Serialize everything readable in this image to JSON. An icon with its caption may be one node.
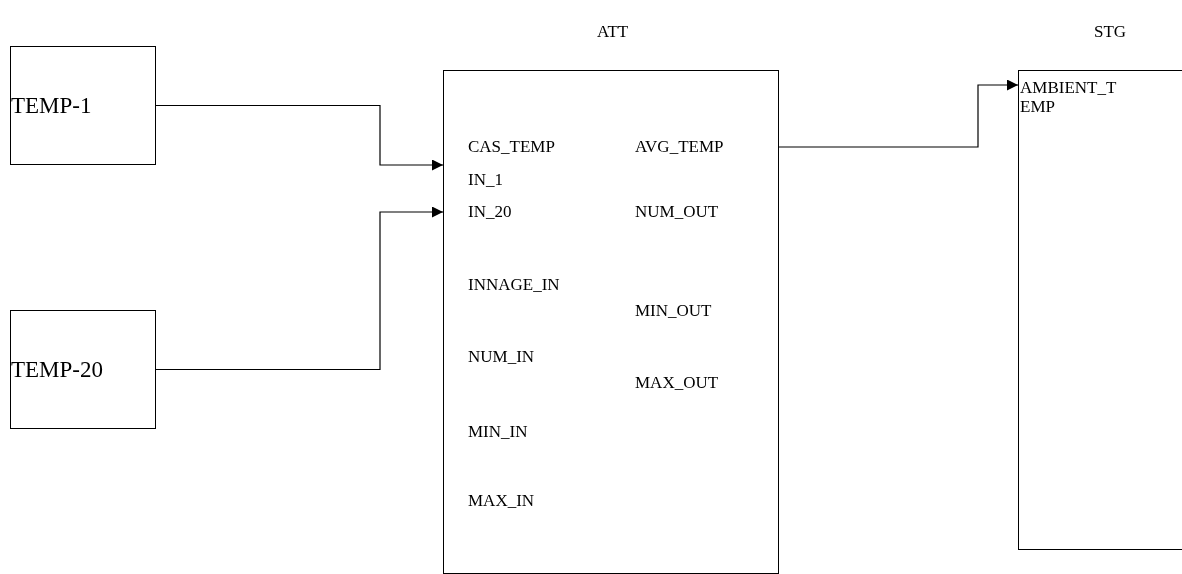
{
  "diagram": {
    "nodes": [
      {
        "text": [
          "TEMP-1"
        ]
      },
      {
        "text": [
          "TEMP-20"
        ]
      },
      {
        "text": [
          "ATT"
        ]
      },
      {
        "text": [
          "CAS_TEMP"
        ],
        "in": 2
      },
      {
        "text": [
          "IN_1"
        ],
        "in": 2
      },
      {
        "text": [
          "IN_20"
        ],
        "in": 2
      },
      {
        "text": [
          "INNAGE_IN"
        ],
        "in": 2
      },
      {
        "text": [
          "NUM_IN"
        ],
        "in": 2
      },
      {
        "text": [
          "MIN_IN"
        ],
        "in": 2
      },
      {
        "text": [
          "MAX_IN"
        ],
        "in": 2
      },
      {
        "text": [
          "AVG_TEMP"
        ],
        "in": 2
      },
      {
        "text": [
          "NUM_OUT"
        ],
        "in": 2
      },
      {
        "text": [
          "MIN_OUT"
        ],
        "in": 2
      },
      {
        "text": [
          "MAX_OUT"
        ],
        "in": 2
      },
      {
        "text": [
          "STG"
        ]
      },
      {
        "text": [
          "AMBIENT_TEMP"
        ],
        "in": 14
      }
    ],
    "edges": [
      {
        "from": 0,
        "to": 4,
        "arrow": "to"
      },
      {
        "from": 1,
        "to": 5,
        "arrow": "to"
      },
      {
        "from": 10,
        "to": 15,
        "arrow": "to"
      }
    ]
  }
}
